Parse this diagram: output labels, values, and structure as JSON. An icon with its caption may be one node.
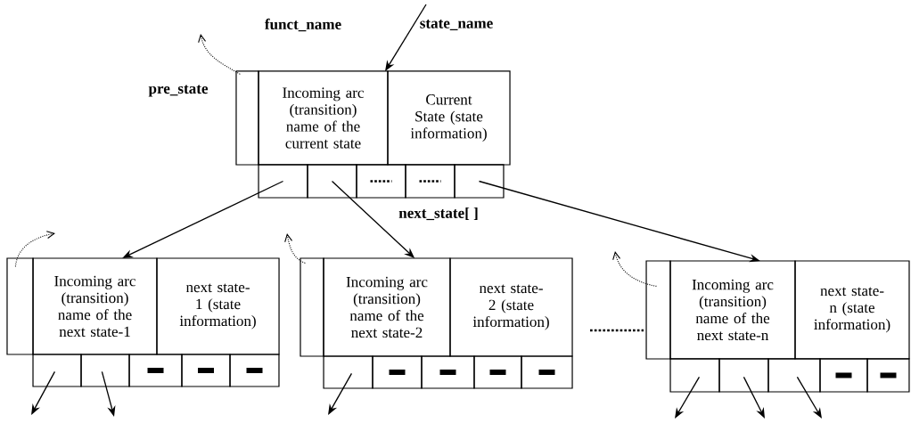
{
  "diagram": {
    "nodes": [
      {
        "text": [],
        "shape": "box"
      },
      {
        "text": [
          "Incoming arc (transition) name of the current state"
        ]
      },
      {
        "text": [
          "Current State (state information)"
        ]
      },
      {
        "text": [],
        "shape": "box"
      },
      {
        "text": [],
        "shape": "box"
      },
      {
        "text": [],
        "shape": "box"
      },
      {
        "text": [],
        "shape": "box"
      },
      {
        "text": [],
        "shape": "box"
      },
      {
        "text": [],
        "shape": "box"
      },
      {
        "text": [
          "Incoming arc (transition) name of the next state-1"
        ]
      },
      {
        "text": [
          "next state-1 (state information)"
        ]
      },
      {
        "text": [],
        "shape": "box"
      },
      {
        "text": [],
        "shape": "box"
      },
      {
        "text": [],
        "shape": "box"
      },
      {
        "text": [],
        "shape": "box"
      },
      {
        "text": [],
        "shape": "box"
      },
      {
        "text": [],
        "shape": "box"
      },
      {
        "text": [
          "Incoming arc (transition) name of the next state-2"
        ]
      },
      {
        "text": [
          "next state-2 (state information)"
        ]
      },
      {
        "text": [],
        "shape": "box"
      },
      {
        "text": [],
        "shape": "box"
      },
      {
        "text": [],
        "shape": "box"
      },
      {
        "text": [],
        "shape": "box"
      },
      {
        "text": [],
        "shape": "box"
      },
      {
        "text": [],
        "shape": "box"
      },
      {
        "text": [
          "Incoming arc (transition) name of the next state-n"
        ]
      },
      {
        "text": [
          "next state-n (state information)"
        ]
      },
      {
        "text": [],
        "shape": "box"
      },
      {
        "text": [],
        "shape": "box"
      },
      {
        "text": [],
        "shape": "box"
      },
      {
        "text": [],
        "shape": "box"
      },
      {
        "text": [],
        "shape": "box"
      }
    ],
    "edges": [
      {
        "from": null,
        "to": 1,
        "arrow": "to"
      },
      {
        "from": 3,
        "to": 9,
        "arrow": "to"
      },
      {
        "from": 4,
        "to": 17,
        "arrow": "to"
      },
      {
        "from": 7,
        "to": 25,
        "arrow": "to"
      },
      {
        "from": 0,
        "to": null,
        "arrow": "to",
        "style": "dashed"
      },
      {
        "from": 8,
        "to": null,
        "arrow": "to",
        "style": "dashed"
      },
      {
        "from": 16,
        "to": null,
        "arrow": "to",
        "style": "dashed"
      },
      {
        "from": 24,
        "to": null,
        "arrow": "to",
        "style": "dashed"
      },
      {
        "from": 11,
        "to": null,
        "arrow": "to"
      },
      {
        "from": 12,
        "to": null,
        "arrow": "to"
      },
      {
        "from": 19,
        "to": null,
        "arrow": "to"
      },
      {
        "from": 27,
        "to": null,
        "arrow": "to"
      },
      {
        "from": 28,
        "to": null,
        "arrow": "to"
      },
      {
        "from": 29,
        "to": null,
        "arrow": "to"
      }
    ],
    "labels": [
      "funct_name",
      "state_name",
      "pre_state",
      "next_state[ ]"
    ]
  }
}
